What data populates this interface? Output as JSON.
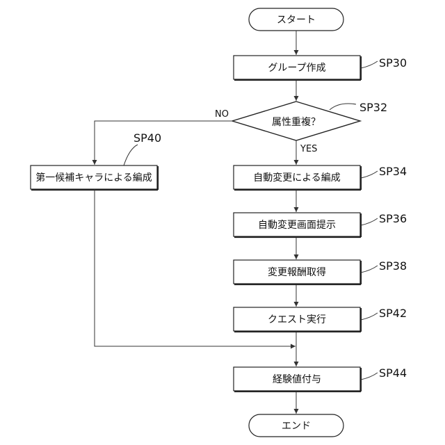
{
  "nodes": {
    "start": "スタート",
    "create_group": "グループ作成",
    "attr_dup": "属性重複？",
    "first_candidate": "第一候補キャラによる編成",
    "auto_change": "自動変更による編成",
    "auto_change_screen": "自動変更画面提示",
    "reward": "変更報酬取得",
    "quest": "クエスト実行",
    "exp": "経験値付与",
    "end": "エンド"
  },
  "steps": {
    "sp30": "SP30",
    "sp32": "SP32",
    "sp34": "SP34",
    "sp36": "SP36",
    "sp38": "SP38",
    "sp40": "SP40",
    "sp42": "SP42",
    "sp44": "SP44"
  },
  "branches": {
    "no": "NO",
    "yes": "YES"
  }
}
